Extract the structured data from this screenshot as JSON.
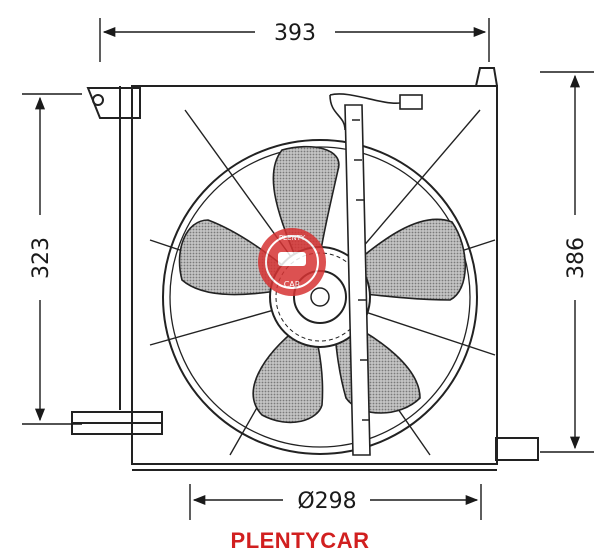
{
  "dimensions": {
    "width_top": "393",
    "height_left": "323",
    "height_right": "386",
    "diameter_bottom": "Ø298"
  },
  "watermark": {
    "badge_top": "PLENTY",
    "badge_bottom": "CAR"
  },
  "brand": {
    "label": "PLENTYCAR",
    "color": "#d11f1f"
  },
  "colors": {
    "line": "#222222",
    "shade": "#9a9a9a",
    "badge": "#d63333"
  }
}
